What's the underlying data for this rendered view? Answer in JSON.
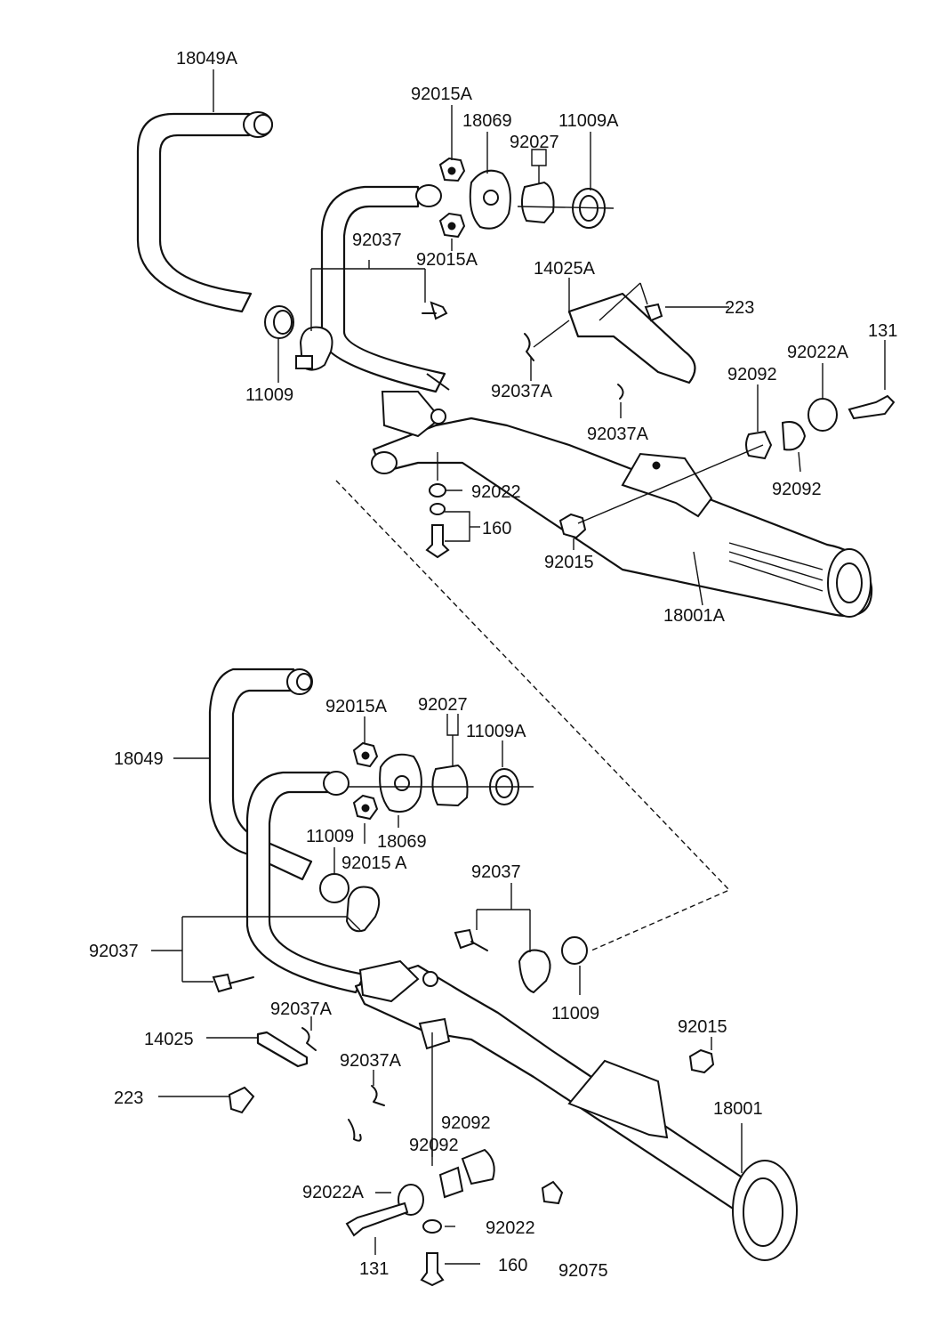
{
  "labels": {
    "top_18049A": "18049A",
    "top_92015A_upper": "92015A",
    "top_18069": "18069",
    "top_11009A": "11009A",
    "top_92027": "92027",
    "top_92037": "92037",
    "top_92015A_lower": "92015A",
    "top_14025A": "14025A",
    "top_223": "223",
    "top_131": "131",
    "top_92022A": "92022A",
    "top_92092_upper": "92092",
    "top_11009": "11009",
    "top_92037A_left": "92037A",
    "top_92037A_right": "92037A",
    "top_92092_lower": "92092",
    "top_92022": "92022",
    "top_160": "160",
    "top_92015": "92015",
    "top_18001A": "18001A",
    "bot_92015A_upper": "92015A",
    "bot_92027": "92027",
    "bot_11009A": "11009A",
    "bot_18049": "18049",
    "bot_11009_left": "11009",
    "bot_18069": "18069",
    "bot_92015A_lower": "92015 A",
    "bot_92037_right": "92037",
    "bot_92037_left": "92037",
    "bot_11009_right": "11009",
    "bot_92037A_upper": "92037A",
    "bot_14025": "14025",
    "bot_92015": "92015",
    "bot_92037A_lower": "92037A",
    "bot_223": "223",
    "bot_18001": "18001",
    "bot_92092_upper": "92092",
    "bot_92092_lower": "92092",
    "bot_92022A": "92022A",
    "bot_92022": "92022",
    "bot_131": "131",
    "bot_160": "160",
    "bot_92075": "92075"
  }
}
